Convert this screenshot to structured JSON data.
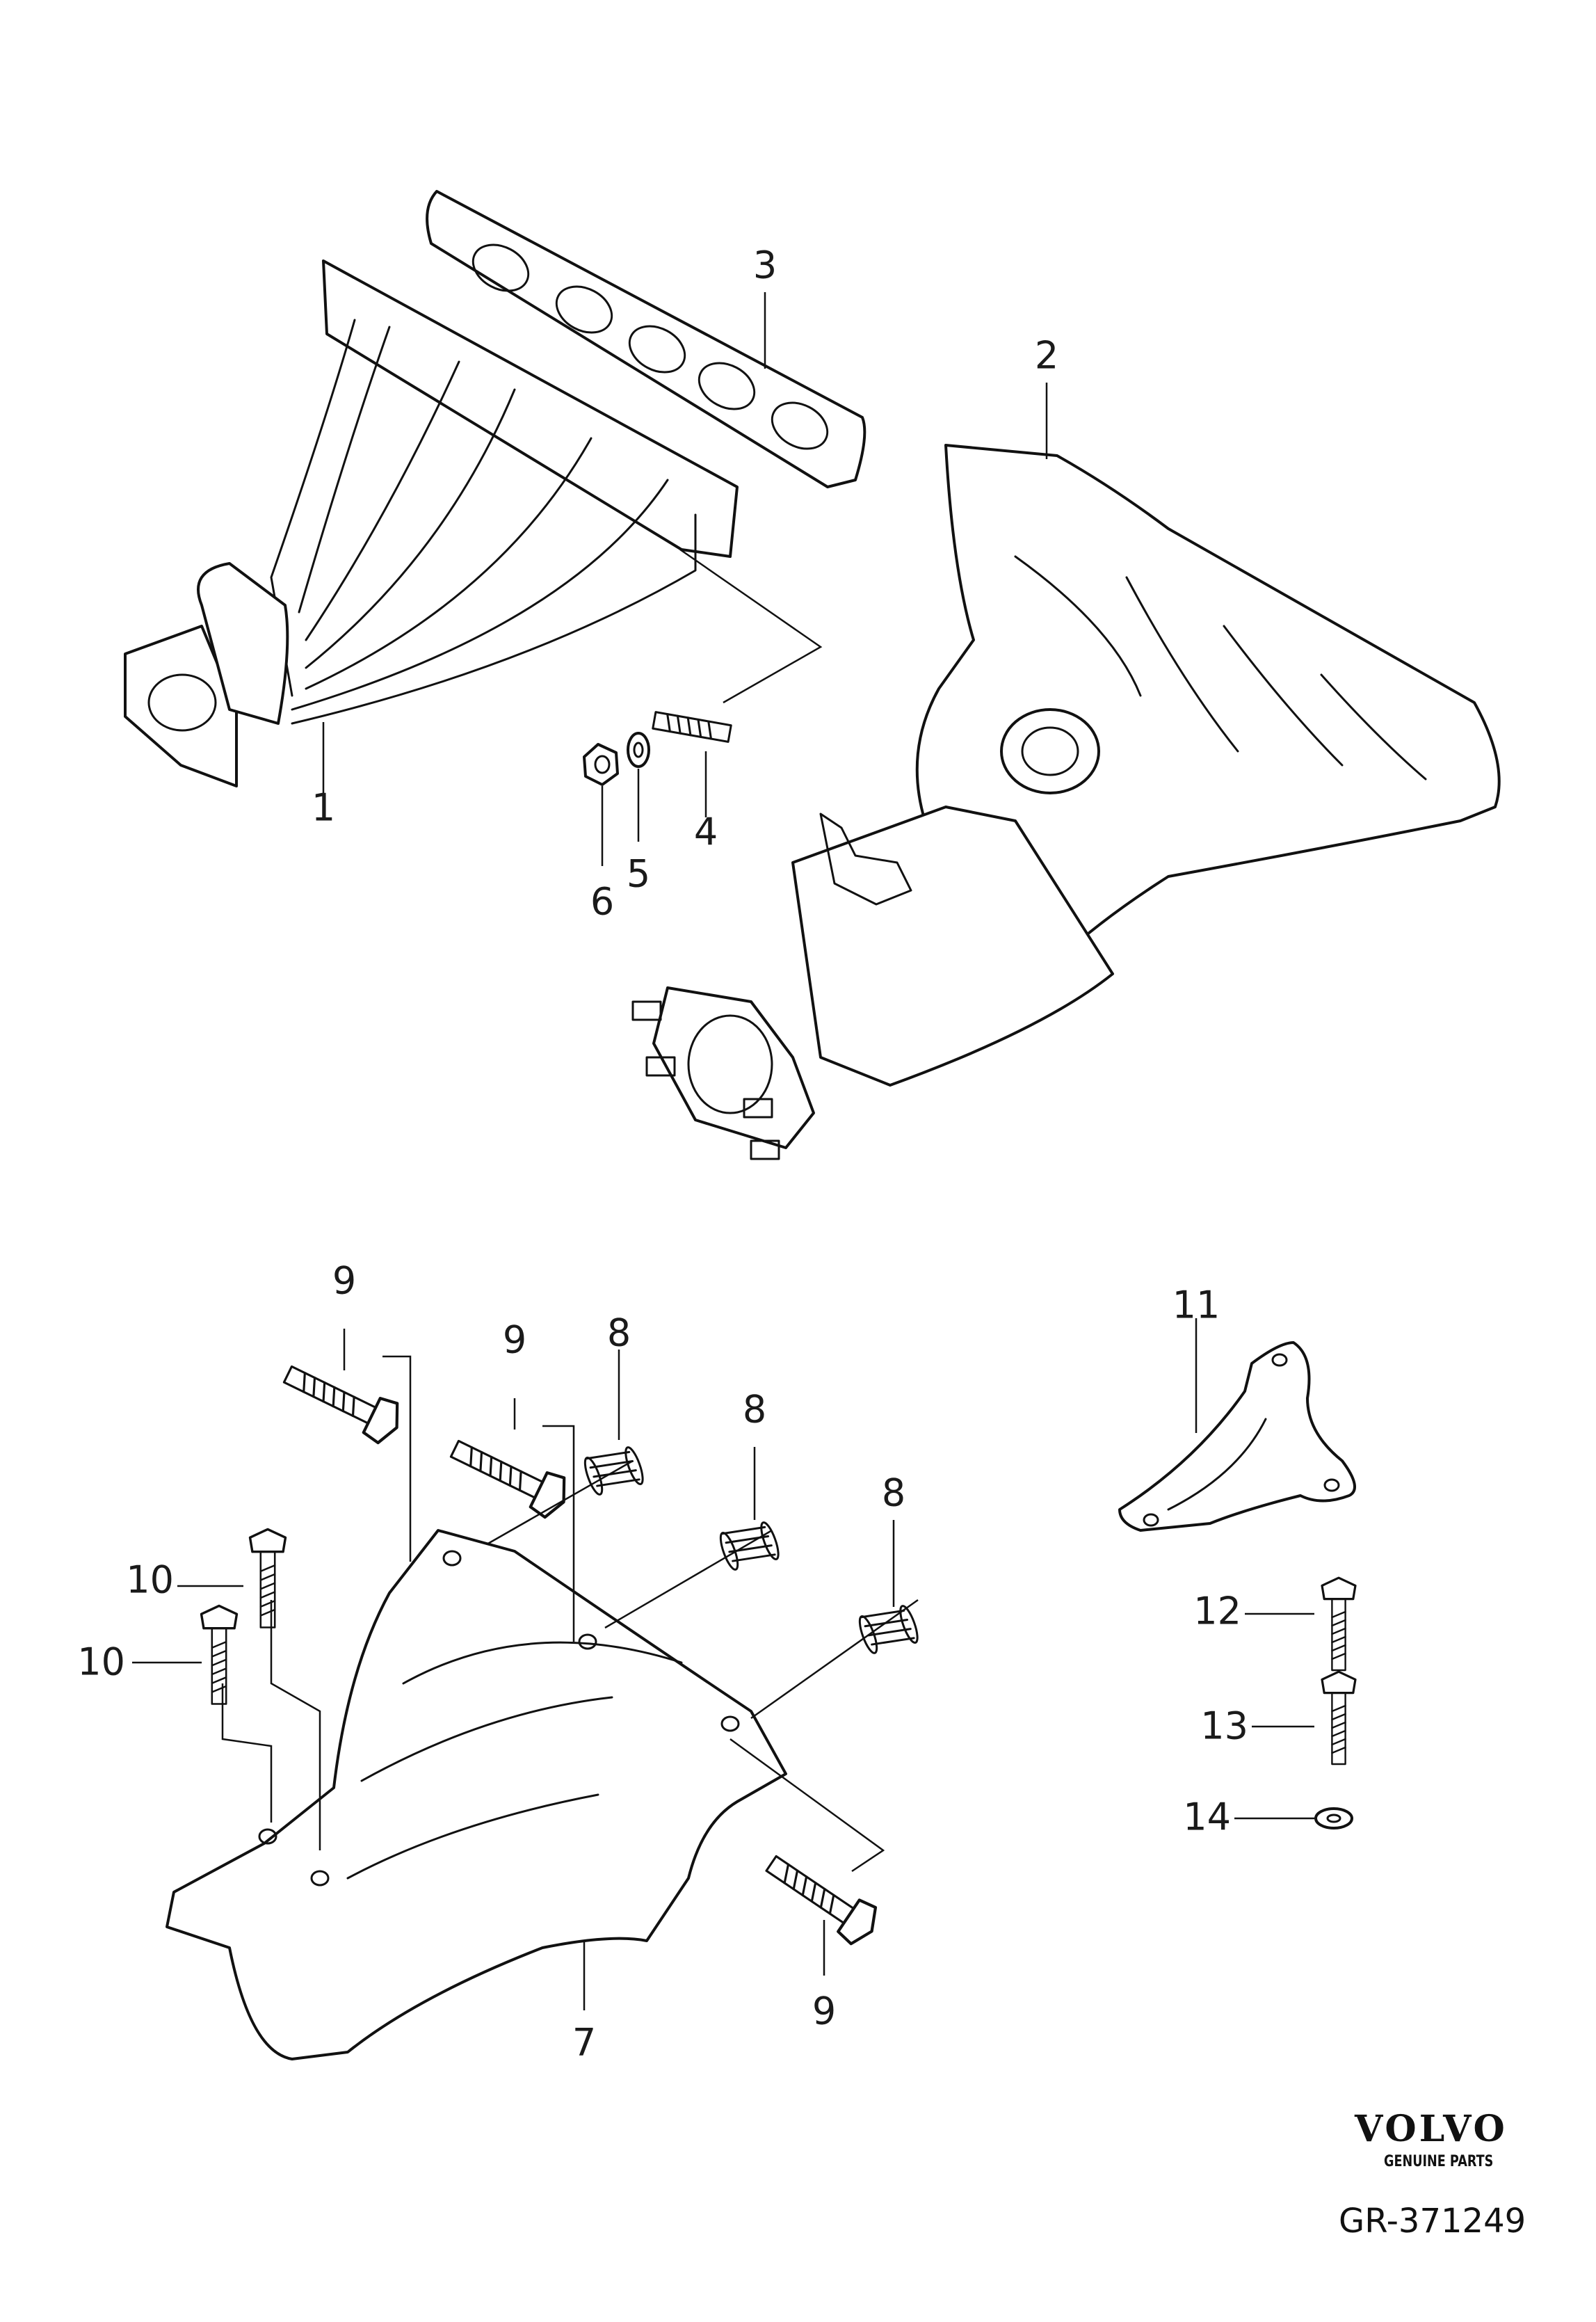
{
  "callouts": {
    "c1": "1",
    "c2": "2",
    "c3": "3",
    "c4": "4",
    "c5": "5",
    "c6": "6",
    "c7": "7",
    "c8a": "8",
    "c8b": "8",
    "c8c": "8",
    "c9a": "9",
    "c9b": "9",
    "c9c": "9",
    "c10a": "10",
    "c10b": "10",
    "c11": "11",
    "c12": "12",
    "c13": "13",
    "c14": "14"
  },
  "branding": {
    "logo": "VOLVO",
    "subtitle": "GENUINE PARTS",
    "reference": "GR-371249"
  },
  "icons": [
    "bolt-icon",
    "nut-icon",
    "washer-icon",
    "spring-icon"
  ],
  "colors": {
    "line": "#111111",
    "background": "#ffffff"
  }
}
